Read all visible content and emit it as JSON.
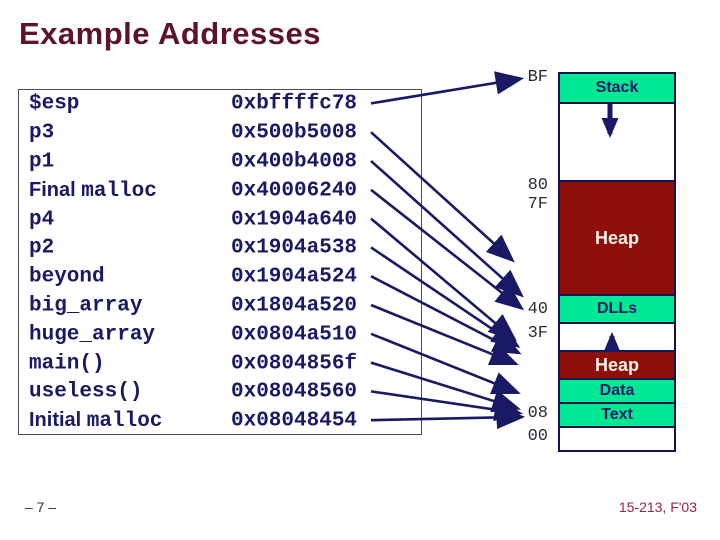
{
  "slide": {
    "title": "Example Addresses",
    "footer_left": "– 7 –",
    "footer_right": "15-213, F'03"
  },
  "colors": {
    "title_maroon": "#5E122E",
    "text_navy": "#191966",
    "section_green": "#00E894",
    "section_dark_red": "#8E0F0A",
    "footer_maroon": "#97204F"
  },
  "address_table": {
    "rows": [
      {
        "label_plain": "",
        "label_code": "$esp",
        "address": "0xbffffc78",
        "points_to": "stack-top"
      },
      {
        "label_plain": "",
        "label_code": "p3",
        "address": "0x500b5008",
        "points_to": "heap-upper-mid"
      },
      {
        "label_plain": "",
        "label_code": "p1",
        "address": "0x400b4008",
        "points_to": "above-dlls"
      },
      {
        "label_plain": "Final ",
        "label_code": "malloc",
        "address": "0x40006240",
        "points_to": "dlls-top"
      },
      {
        "label_plain": "",
        "label_code": "p4",
        "address": "0x1904a640",
        "points_to": "heap-lower-top-1"
      },
      {
        "label_plain": "",
        "label_code": "p2",
        "address": "0x1904a538",
        "points_to": "heap-lower-top-2"
      },
      {
        "label_plain": "",
        "label_code": "beyond",
        "address": "0x1904a524",
        "points_to": "heap-lower-top-3"
      },
      {
        "label_plain": "",
        "label_code": "big_array",
        "address": "0x1804a520",
        "points_to": "heap-lower-mid"
      },
      {
        "label_plain": "",
        "label_code": "huge_array",
        "address": "0x0804a510",
        "points_to": "data-top"
      },
      {
        "label_plain": "",
        "label_code": "main()",
        "address": "0x0804856f",
        "points_to": "text-top-1"
      },
      {
        "label_plain": "",
        "label_code": "useless()",
        "address": "0x08048560",
        "points_to": "text-top-2"
      },
      {
        "label_plain": "Initial ",
        "label_code": "malloc",
        "address": "0x08048454",
        "points_to": "text-top-3"
      }
    ]
  },
  "memory_map": {
    "sections": [
      {
        "name": "stack",
        "label": "Stack",
        "fill": "green",
        "growth_arrow": ""
      },
      {
        "name": "stack-growth",
        "label": "",
        "fill": "white",
        "growth_arrow": "down"
      },
      {
        "name": "heap-upper",
        "label": "Heap",
        "fill": "red",
        "growth_arrow": ""
      },
      {
        "name": "dlls",
        "label": "DLLs",
        "fill": "green",
        "growth_arrow": ""
      },
      {
        "name": "heap-growth",
        "label": "",
        "fill": "white",
        "growth_arrow": "up"
      },
      {
        "name": "heap-lower",
        "label": "Heap",
        "fill": "red",
        "growth_arrow": ""
      },
      {
        "name": "data",
        "label": "Data",
        "fill": "green",
        "growth_arrow": ""
      },
      {
        "name": "text",
        "label": "Text",
        "fill": "green",
        "growth_arrow": ""
      },
      {
        "name": "bottom",
        "label": "",
        "fill": "white",
        "growth_arrow": ""
      }
    ],
    "side_labels": [
      "BF",
      "80",
      "7F",
      "40",
      "3F",
      "08",
      "00"
    ]
  }
}
